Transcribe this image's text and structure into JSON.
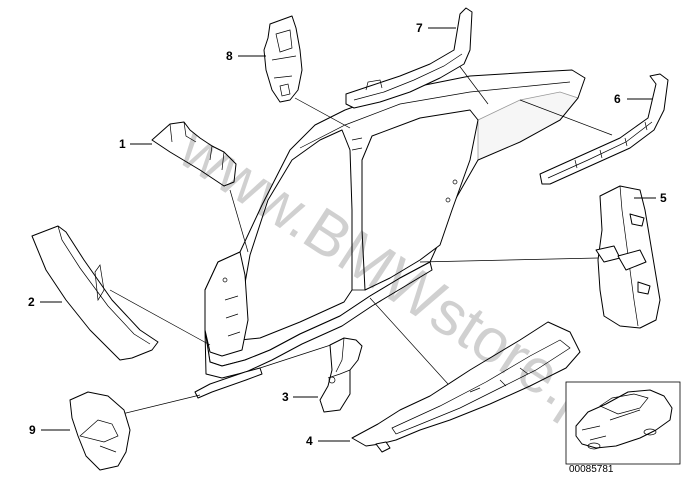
{
  "diagram": {
    "watermark": "www.BMWstore.pl",
    "reference_number": "00085781",
    "callouts": [
      "1",
      "2",
      "3",
      "4",
      "5",
      "6",
      "7",
      "8",
      "9"
    ]
  }
}
